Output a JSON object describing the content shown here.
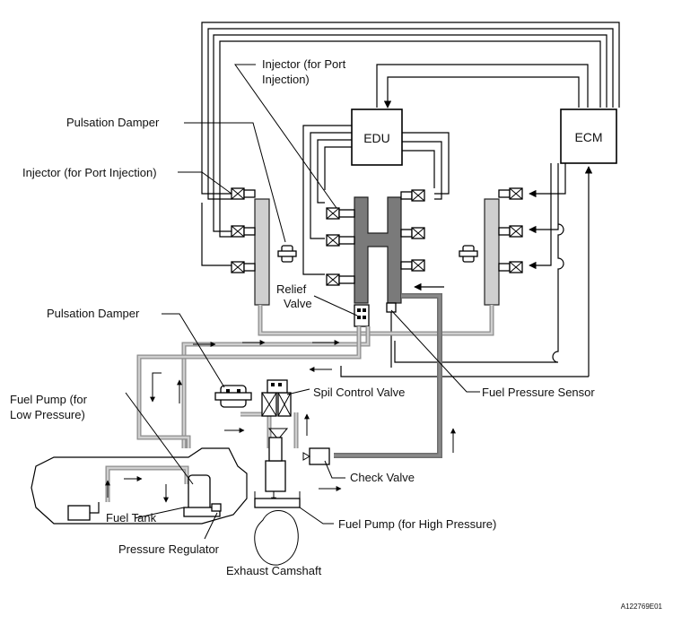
{
  "labels": {
    "injector_direct": "Injector (for Port Injection)",
    "injector_port_line1": "Injector (for Port",
    "injector_port_line2": "Injection)",
    "pulsation_damper_top": "Pulsation Damper",
    "pulsation_damper_mid": "Pulsation Damper",
    "edu": "EDU",
    "ecm": "ECM",
    "relief_valve_line1": "Relief",
    "relief_valve_line2": "Valve",
    "fuel_pump_low_line1": "Fuel Pump (for",
    "fuel_pump_low_line2": "Low Pressure)",
    "spill_control_valve": "Spil Control Valve",
    "fuel_pressure_sensor": "Fuel Pressure Sensor",
    "check_valve": "Check Valve",
    "fuel_tank": "Fuel Tank",
    "pressure_regulator": "Pressure Regulator",
    "fuel_pump_high": "Fuel Pump (for High Pressure)",
    "exhaust_camshaft": "Exhaust Camshaft",
    "figure_code": "A122769E01"
  },
  "colors": {
    "line": "#000000",
    "low_pressure_pipe": "#cfcfcf",
    "high_pressure_pipe": "#8a8a8a",
    "light_rail": "#cfcfcf",
    "dark_rail": "#7a7a7a"
  }
}
